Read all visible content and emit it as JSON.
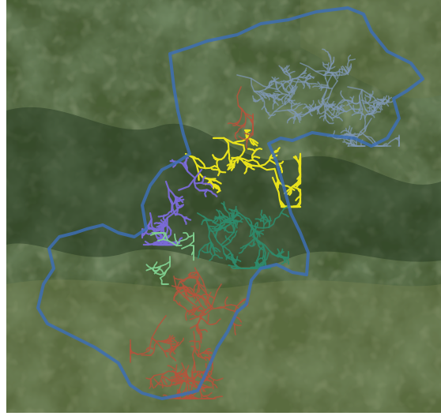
{
  "map": {
    "style": "satellite-imagery",
    "colors": {
      "frame": "#ffffff",
      "land_base": "#4a5e36",
      "forest_dark": "#22371f",
      "field_light": "#6b7b4c",
      "boundary_blue": "#3d6fb4"
    },
    "overlays": [
      {
        "name": "catchment-boundary",
        "color": "#3d6fb4"
      },
      {
        "name": "river-network-steelblue",
        "color": "#7f97b3"
      },
      {
        "name": "river-network-yellow",
        "color": "#e8e21c"
      },
      {
        "name": "river-network-purple",
        "color": "#7a6ad6"
      },
      {
        "name": "river-network-teal",
        "color": "#2f8a6a"
      },
      {
        "name": "river-network-lightgreen",
        "color": "#7fcf8f"
      },
      {
        "name": "river-network-red",
        "color": "#b5533c"
      }
    ]
  }
}
